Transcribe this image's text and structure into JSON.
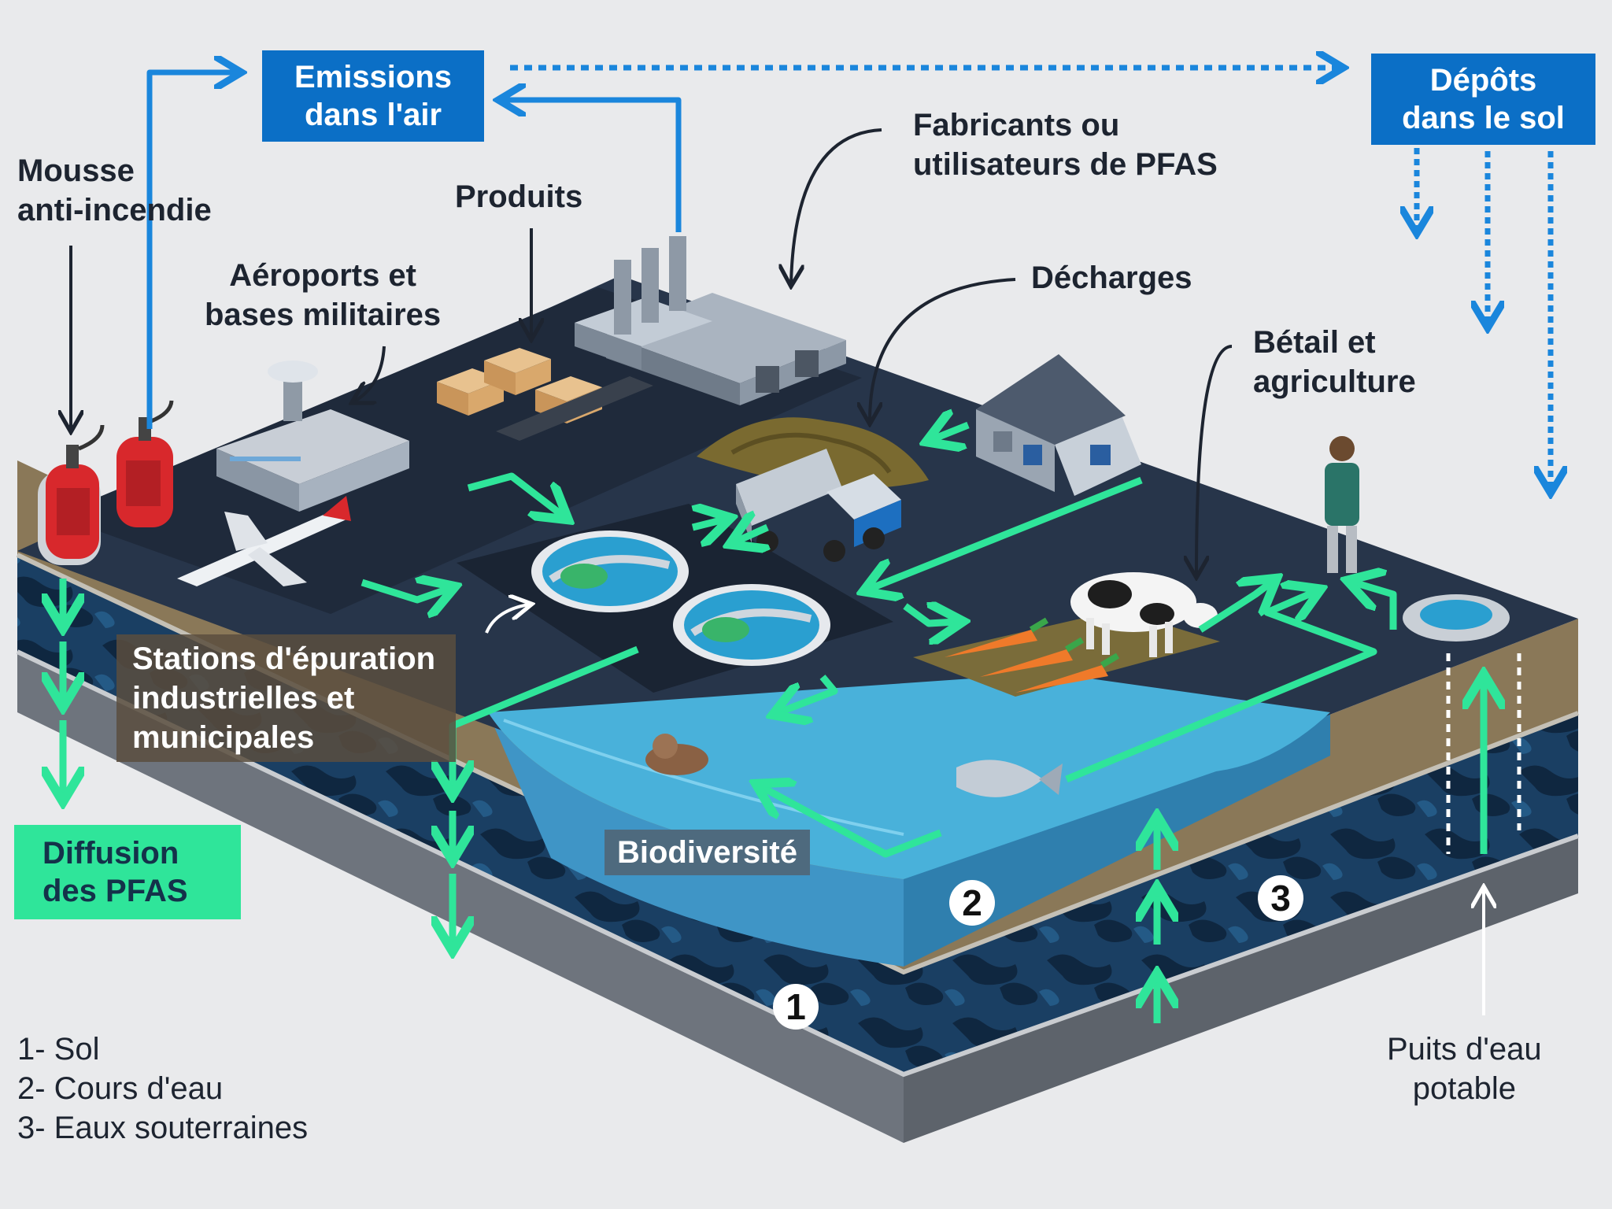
{
  "labels": {
    "mousse": [
      "Mousse",
      "anti-incendie"
    ],
    "produits": "Produits",
    "aeroports": [
      "Aéroports et",
      "bases militaires"
    ],
    "fabricants": [
      "Fabricants ou",
      "utilisateurs de PFAS"
    ],
    "decharges": "Décharges",
    "betail": [
      "Bétail et",
      "agriculture"
    ],
    "stations": [
      "Stations d'épuration",
      "industrielles et",
      "municipales"
    ],
    "biodiversite": "Biodiversité",
    "puits": [
      "Puits d'eau",
      "potable"
    ]
  },
  "boxes": {
    "emissions": [
      "Emissions",
      "dans l'air"
    ],
    "depots": [
      "Dépôts",
      "dans le sol"
    ],
    "diffusion": [
      "Diffusion",
      "des PFAS"
    ]
  },
  "layer_numbers": [
    "1",
    "2",
    "3"
  ],
  "legend": [
    "1- Sol",
    "2- Cours d'eau",
    "3- Eaux souterraines"
  ],
  "colors": {
    "background": "#e9eaec",
    "top_surface": "#27354a",
    "soil": "#8a7858",
    "groundwater": "#1c4366",
    "water": "#4ab3dc",
    "flow_arrow": "#2fe59a",
    "air_arrow": "#1a86dc",
    "box_blue": "#0b6fc6"
  }
}
